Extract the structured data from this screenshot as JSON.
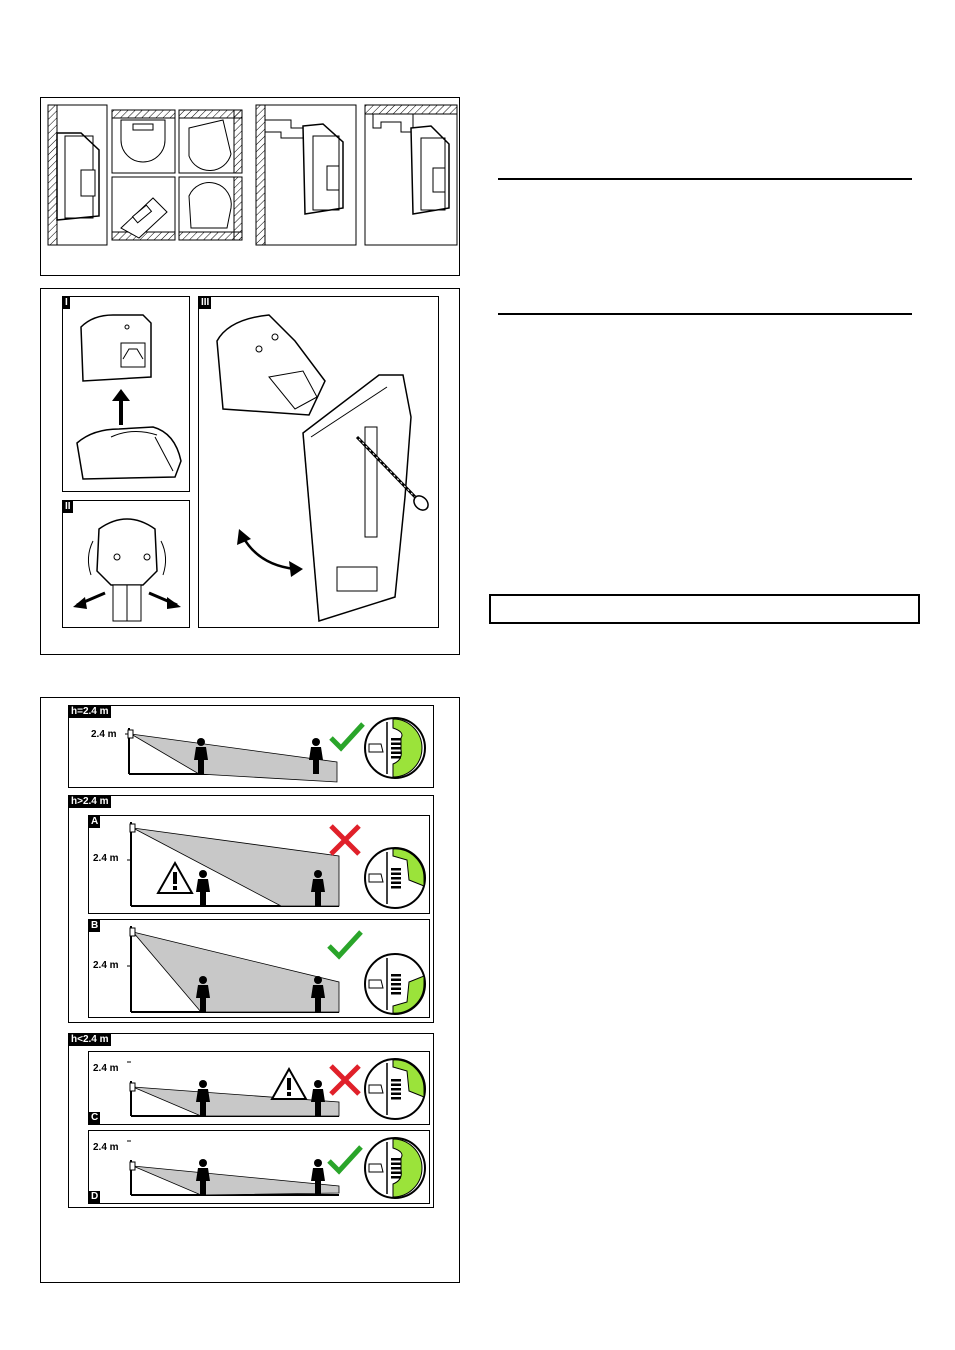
{
  "figure3": {
    "panel_tags": [
      "I",
      "II",
      "III"
    ]
  },
  "figure4": {
    "rows": [
      {
        "tag": "h=2.4 m",
        "height_label": "2.4 m",
        "result": "ok"
      },
      {
        "tag": "h>2.4 m",
        "cases": [
          {
            "tag": "A",
            "height_label": "2.4 m",
            "result": "wrong",
            "warning": true
          },
          {
            "tag": "B",
            "height_label": "2.4 m",
            "result": "ok"
          }
        ]
      },
      {
        "tag": "h<2.4 m",
        "cases": [
          {
            "tag": "C",
            "height_label": "2.4 m",
            "result": "wrong",
            "warning": true
          },
          {
            "tag": "D",
            "height_label": "2.4 m",
            "result": "ok"
          }
        ]
      }
    ]
  },
  "colors": {
    "ok": "#2aa52a",
    "wrong": "#e0202a",
    "green_fill": "#9be33a",
    "beam": "#c8c8c8"
  },
  "icons": [
    "check-icon",
    "cross-icon",
    "warning-icon",
    "screw-icon",
    "rotate-arrow-icon"
  ]
}
